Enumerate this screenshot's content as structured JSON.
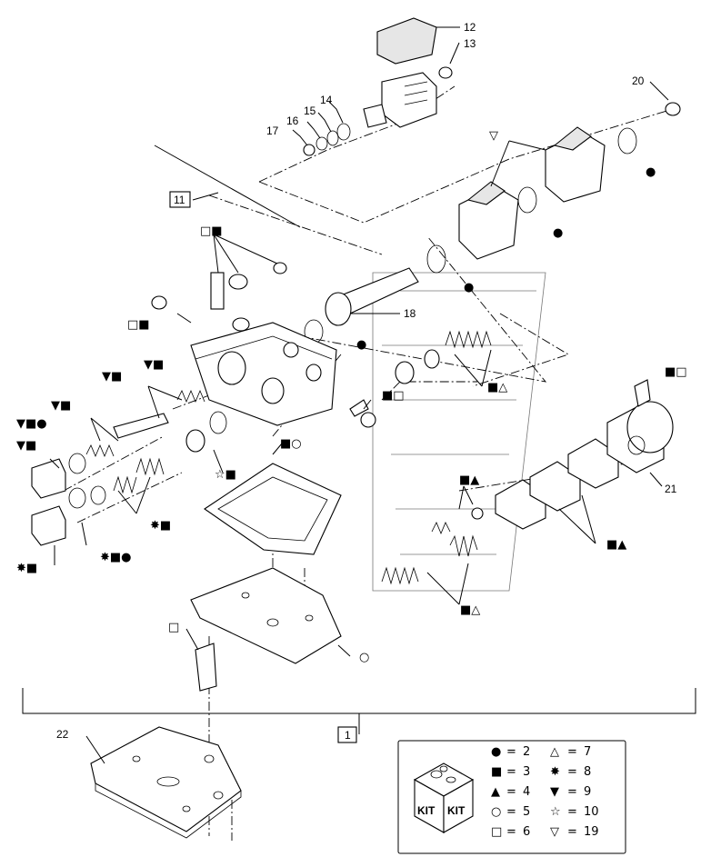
{
  "callouts": [
    {
      "id": "c12",
      "label": "12"
    },
    {
      "id": "c13",
      "label": "13"
    },
    {
      "id": "c14",
      "label": "14"
    },
    {
      "id": "c15",
      "label": "15"
    },
    {
      "id": "c16",
      "label": "16"
    },
    {
      "id": "c17",
      "label": "17"
    },
    {
      "id": "c18",
      "label": "18"
    },
    {
      "id": "c20",
      "label": "20"
    },
    {
      "id": "c21",
      "label": "21"
    },
    {
      "id": "c22",
      "label": "22"
    }
  ],
  "boxed_callouts": [
    {
      "id": "b11",
      "label": "11"
    },
    {
      "id": "b1",
      "label": "1"
    }
  ],
  "symbol_tags": [
    {
      "id": "t01",
      "text": "□■"
    },
    {
      "id": "t02",
      "text": "□■"
    },
    {
      "id": "t03",
      "text": "▼■"
    },
    {
      "id": "t04",
      "text": "▼■"
    },
    {
      "id": "t05",
      "text": "▼■"
    },
    {
      "id": "t06",
      "text": "▼■●"
    },
    {
      "id": "t07",
      "text": "▼■"
    },
    {
      "id": "t08",
      "text": "✸■"
    },
    {
      "id": "t09",
      "text": "✸■●"
    },
    {
      "id": "t10",
      "text": "✸■"
    },
    {
      "id": "t11",
      "text": "☆■"
    },
    {
      "id": "t12",
      "text": "■○"
    },
    {
      "id": "t13",
      "text": "■□"
    },
    {
      "id": "t14",
      "text": "■△"
    },
    {
      "id": "t15",
      "text": "■□"
    },
    {
      "id": "t16",
      "text": "■▲"
    },
    {
      "id": "t17",
      "text": "■▲"
    },
    {
      "id": "t18",
      "text": "■△"
    },
    {
      "id": "t19",
      "text": "□"
    },
    {
      "id": "t20",
      "text": "○"
    },
    {
      "id": "t21",
      "text": "▽"
    },
    {
      "id": "t22",
      "text": "●"
    },
    {
      "id": "t23",
      "text": "●"
    },
    {
      "id": "t24",
      "text": "●"
    },
    {
      "id": "t25",
      "text": "●"
    },
    {
      "id": "t26",
      "text": "●"
    }
  ],
  "legend": {
    "kit_label_left": "KIT",
    "kit_label_right": "KIT",
    "entries": [
      {
        "symbol": "●",
        "eq": "=",
        "value": "2"
      },
      {
        "symbol": "■",
        "eq": "=",
        "value": "3"
      },
      {
        "symbol": "▲",
        "eq": "=",
        "value": "4"
      },
      {
        "symbol": "○",
        "eq": "=",
        "value": "5"
      },
      {
        "symbol": "□",
        "eq": "=",
        "value": "6"
      },
      {
        "symbol": "△",
        "eq": "=",
        "value": "7"
      },
      {
        "symbol": "✸",
        "eq": "=",
        "value": "8"
      },
      {
        "symbol": "▼",
        "eq": "=",
        "value": "9"
      },
      {
        "symbol": "☆",
        "eq": "=",
        "value": "10"
      },
      {
        "symbol": "▽",
        "eq": "=",
        "value": "19"
      }
    ]
  }
}
